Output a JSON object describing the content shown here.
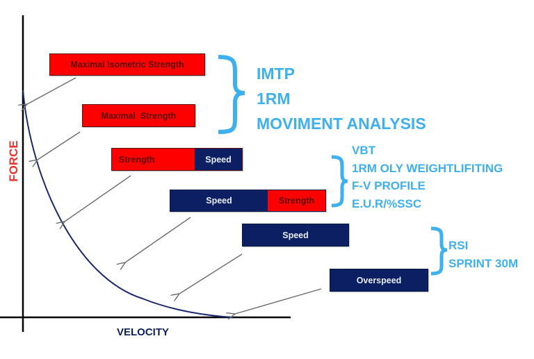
{
  "diagram": {
    "title": "Force-Velocity Curve",
    "axes": {
      "y_label": "FORCE",
      "x_label": "VELOCITY",
      "y_label_color": "#e8322c",
      "x_label_color": "#0b1f62"
    },
    "curve_color": "#1a2a6c",
    "qualities": [
      {
        "segments": [
          {
            "text": "Maximal Isometric Strength",
            "type": "strength"
          }
        ]
      },
      {
        "segments": [
          {
            "text": "Maximal  Strength",
            "type": "strength"
          }
        ]
      },
      {
        "segments": [
          {
            "text": "Strength",
            "type": "strength"
          },
          {
            "text": "Speed",
            "type": "speed"
          }
        ]
      },
      {
        "segments": [
          {
            "text": "Speed",
            "type": "speed"
          },
          {
            "text": "Strength",
            "type": "strength"
          }
        ]
      },
      {
        "segments": [
          {
            "text": "Speed",
            "type": "speed"
          }
        ]
      },
      {
        "segments": [
          {
            "text": "Overspeed",
            "type": "speed"
          }
        ]
      }
    ],
    "test_groups": [
      {
        "items": [
          "IMTP",
          "1RM",
          "MOVIMENT ANALYSIS"
        ]
      },
      {
        "items": [
          "VBT",
          "1RM OLY WEIGHTLIFITING",
          "F-V PROFILE",
          "E.U.R/%SSC"
        ]
      },
      {
        "items": [
          "RSI",
          "SPRINT 30M"
        ]
      }
    ],
    "colors": {
      "strength": "#fe0000",
      "speed": "#0b1f62",
      "brace": "#3fb0ee",
      "arrow": "#6b6b6b"
    }
  }
}
